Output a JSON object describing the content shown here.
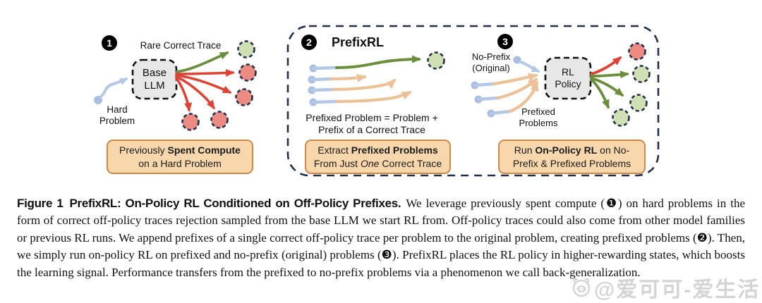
{
  "figure": {
    "panel1": {
      "badge": "1",
      "rare_trace_label": "Rare Correct Trace",
      "base_llm_label": "Base\nLLM",
      "hard_problem_label": "Hard\nProblem",
      "box": {
        "l1a": "Previously ",
        "l1b": "Spent Compute",
        "l2": "on a Hard Problem"
      }
    },
    "panel2": {
      "badge": "2",
      "title": "PrefixRL",
      "equation": "Prefixed Problem = Problem +\nPrefix of a Correct Trace",
      "box": {
        "l1a": "Extract ",
        "l1b": "Prefixed Problems",
        "l2a": "From Just ",
        "l2b": "One",
        "l2c": " Correct Trace"
      }
    },
    "panel3": {
      "badge": "3",
      "no_prefix_label": "No-Prefix\n(Original)",
      "prefixed_problems_label": "Prefixed\nProblems",
      "rl_policy_label": "RL\nPolicy",
      "box": {
        "l1a": "Run ",
        "l1b": "On-Policy RL",
        "l1c": " on No-",
        "l2": "Prefix & Prefixed Problems"
      }
    },
    "colors": {
      "green_arrow": "#6b8e3d",
      "red_arrow": "#dd4336",
      "orange_arrow": "#eec096",
      "blue_trace": "#b5c7e7",
      "blue_dot": "#a9bfe2",
      "green_circle_fill": "#cfe0b2",
      "red_circle_fill": "#ec8b81",
      "dashed_navy": "#23304d",
      "callout_bg": "#f8d7ac",
      "callout_border": "#d08847",
      "llm_box_fill": "#e7e7e7"
    }
  },
  "caption": {
    "figure_label": "Figure 1",
    "title": "PrefixRL: On-Policy RL Conditioned on Off-Policy Prefixes.",
    "body": "We leverage previously spent compute (❶) on hard problems in the form of correct off-policy traces rejection sampled from the base LLM we start RL from.  Off-policy traces could also come from other model families or previous RL runs.  We append prefixes of a single correct off-policy trace per problem to the original problem, creating prefixed problems (❷).  Then, we simply run on-policy RL on prefixed and no-prefix (original) problems (❸).  PrefixRL places the RL policy in higher-rewarding states, which boosts the learning signal.  Performance transfers from the prefixed to no-prefix problems via a phenomenon we call back-generalization."
  },
  "watermark": {
    "text": "@爱可可-爱生活"
  }
}
